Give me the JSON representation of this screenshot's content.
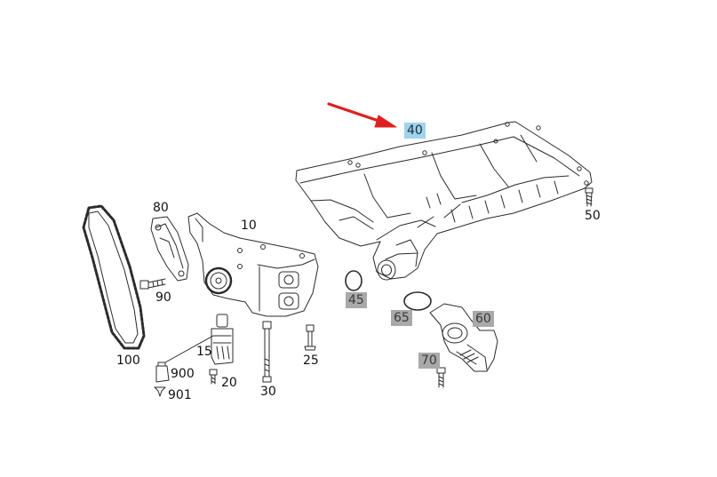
{
  "colors": {
    "line": "#2b2b2b",
    "highlight": "#9fd3ee",
    "label_box_gray": "#a9a9a9",
    "arrow": "#e02020"
  },
  "callouts": [
    {
      "id": "40",
      "text": "40",
      "style": "highlighted"
    },
    {
      "id": "50",
      "text": "50",
      "style": "plain"
    },
    {
      "id": "80",
      "text": "80",
      "style": "plain"
    },
    {
      "id": "10",
      "text": "10",
      "style": "plain"
    },
    {
      "id": "90",
      "text": "90",
      "style": "plain"
    },
    {
      "id": "45",
      "text": "45",
      "style": "boxed"
    },
    {
      "id": "65",
      "text": "65",
      "style": "boxed"
    },
    {
      "id": "60",
      "text": "60",
      "style": "boxed"
    },
    {
      "id": "100",
      "text": "100",
      "style": "plain"
    },
    {
      "id": "15",
      "text": "15",
      "style": "plain"
    },
    {
      "id": "25",
      "text": "25",
      "style": "plain"
    },
    {
      "id": "70",
      "text": "70",
      "style": "boxed"
    },
    {
      "id": "900",
      "text": "900",
      "style": "plain"
    },
    {
      "id": "20",
      "text": "20",
      "style": "plain"
    },
    {
      "id": "30",
      "text": "30",
      "style": "plain"
    },
    {
      "id": "901",
      "text": "901",
      "style": "plain"
    }
  ]
}
